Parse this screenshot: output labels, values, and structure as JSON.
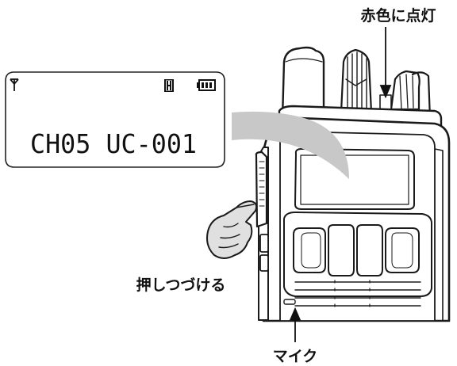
{
  "labels": {
    "led": "赤色に点灯",
    "press": "押しつづける",
    "mic": "マイク"
  },
  "lcd": {
    "text": "CH05 UC-001",
    "icons": [
      "antenna-icon",
      "h-power-icon",
      "battery-icon"
    ]
  }
}
